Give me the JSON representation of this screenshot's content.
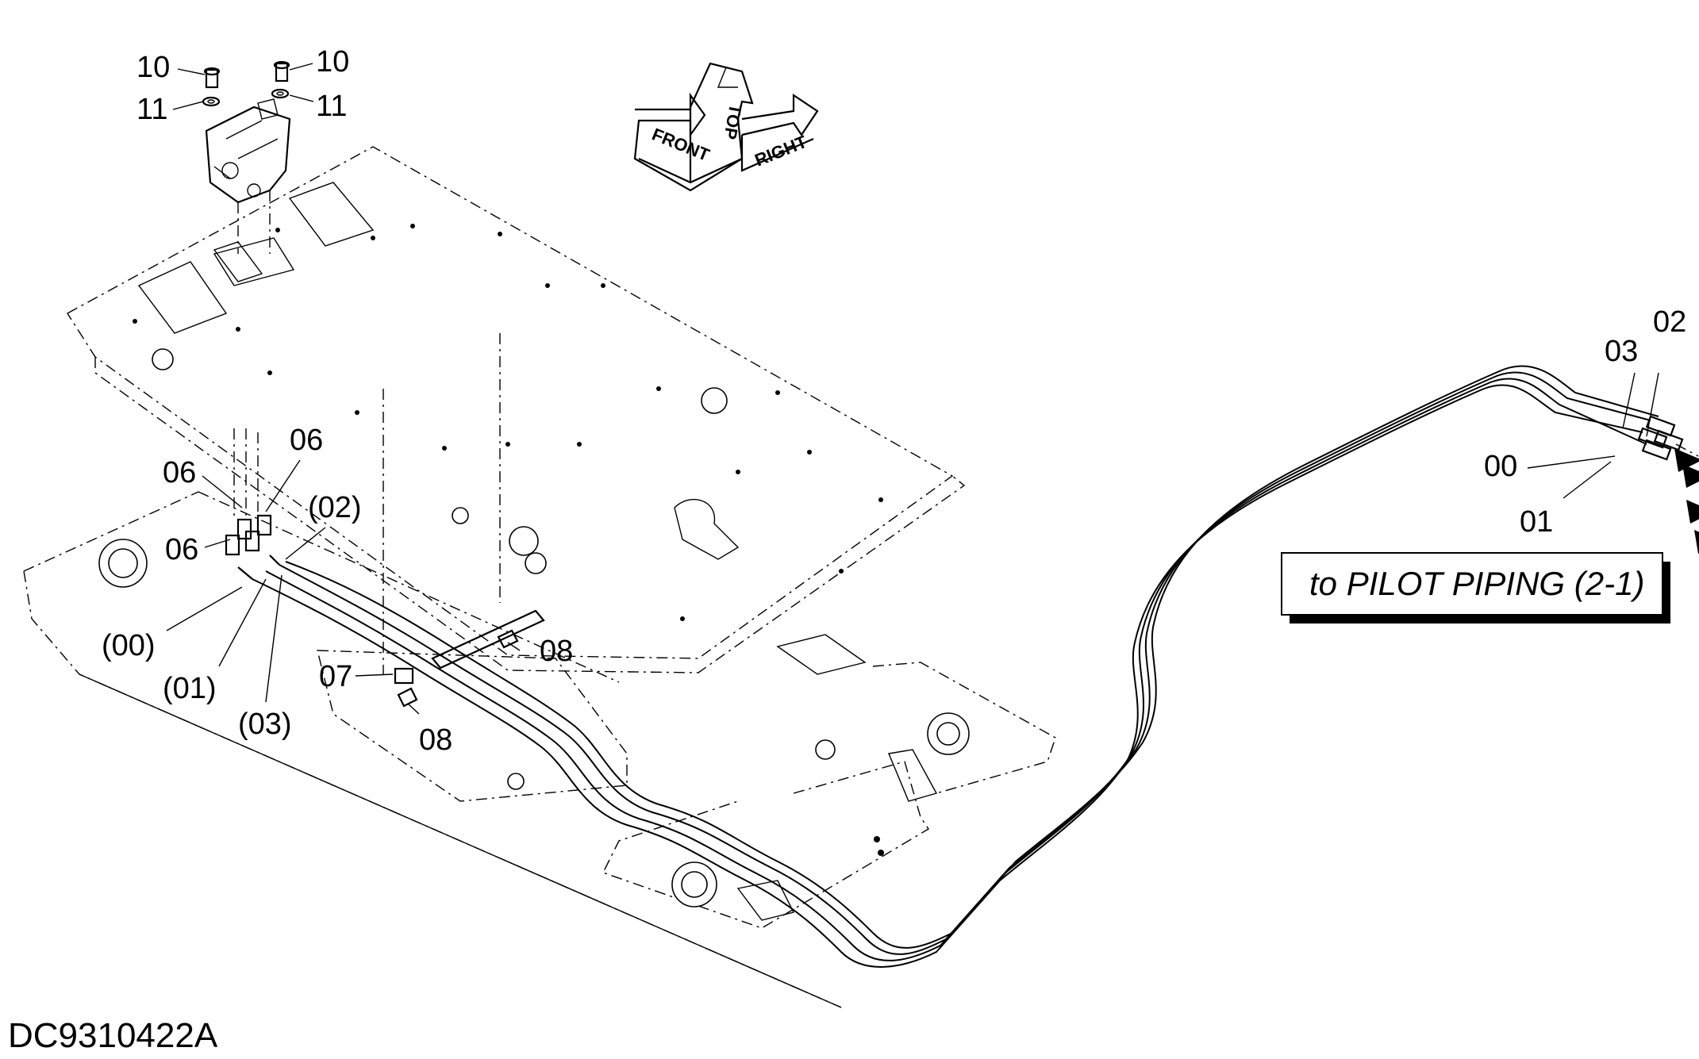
{
  "drawing_id": "DC9310422A",
  "note_box": {
    "label": "to PILOT PIPING (2-1)"
  },
  "orientation": {
    "front": "FRONT",
    "top": "TOP",
    "right": "RIGHT"
  },
  "callouts": {
    "c10a": "10",
    "c10b": "10",
    "c11a": "11",
    "c11b": "11",
    "c06a": "06",
    "c06b": "06",
    "c06c": "06",
    "c02p": "(02)",
    "c00p": "(00)",
    "c01p": "(01)",
    "c03p": "(03)",
    "c07": "07",
    "c08a": "08",
    "c08b": "08",
    "c02": "02",
    "c03": "03",
    "c00": "00",
    "c01": "01"
  }
}
